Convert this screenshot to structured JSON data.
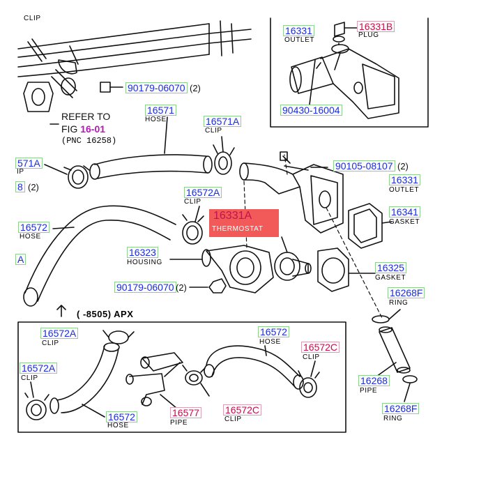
{
  "top_left": {
    "clip_caption": "CLIP",
    "bolt_part": "90179-06070",
    "bolt_qty": "(2)",
    "refer_line1": "REFER TO",
    "refer_fig_prefix": "FIG",
    "refer_fig_number": "16-01",
    "refer_pnc": "(PNC 16258)",
    "edge_part_1": "571A",
    "edge_caption_1": "IP",
    "edge_part_2": "8",
    "edge_qty_2": "(2)",
    "edge_part_3": "A"
  },
  "inset": {
    "outlet_part": "16331",
    "outlet_caption": "OUTLET",
    "plug_part": "16331B",
    "plug_caption": "PLUG",
    "stud_part": "90430-16004"
  },
  "labels": {
    "hose_upper_part": "16571",
    "hose_upper_caption": "HOSE",
    "clip_upper_part": "16571A",
    "clip_upper_caption": "CLIP",
    "bolt_right_part": "90105-08107",
    "bolt_right_qty": "(2)",
    "outlet_part": "16331",
    "outlet_caption": "OUTLET",
    "clip_mid_part": "16572A",
    "clip_mid_caption": "CLIP",
    "gasket_right_part": "16341",
    "gasket_right_caption": "GASKET",
    "thermostat_part": "16331A",
    "thermostat_caption": "THERMOSTAT",
    "hose_left_part": "16572",
    "hose_left_caption": "HOSE",
    "housing_part": "16323",
    "housing_caption": "HOUSING",
    "gasket_mid_part": "16325",
    "gasket_mid_caption": "GASKET",
    "ring_upper_part": "16268F",
    "ring_upper_caption": "RING",
    "nut_part": "90179-06070",
    "nut_qty": "(2)",
    "apx_text": "(      -8505) APX",
    "pipe_right_part": "16268",
    "pipe_right_caption": "PIPE",
    "ring_lower_part": "16268F",
    "ring_lower_caption": "RING"
  },
  "bottom_box": {
    "clip_a_top_part": "16572A",
    "clip_a_top_caption": "CLIP",
    "clip_a_left_part": "16572A",
    "clip_a_left_caption": "CLIP",
    "hose_bottom_part": "16572",
    "hose_bottom_caption": "HOSE",
    "hose_top_part": "16572",
    "hose_top_caption": "HOSE",
    "clip_c_top_part": "16572C",
    "clip_c_top_caption": "CLIP",
    "pipe_part": "16577",
    "pipe_caption": "PIPE",
    "clip_c_bottom_part": "16572C",
    "clip_c_bottom_caption": "CLIP"
  },
  "colors": {
    "number_blue": "#1c2fd6",
    "number_red": "#c4114a",
    "box_green": "#8fd08f",
    "highlight": "#f25a5a",
    "fig_magenta": "#b01ab0"
  }
}
